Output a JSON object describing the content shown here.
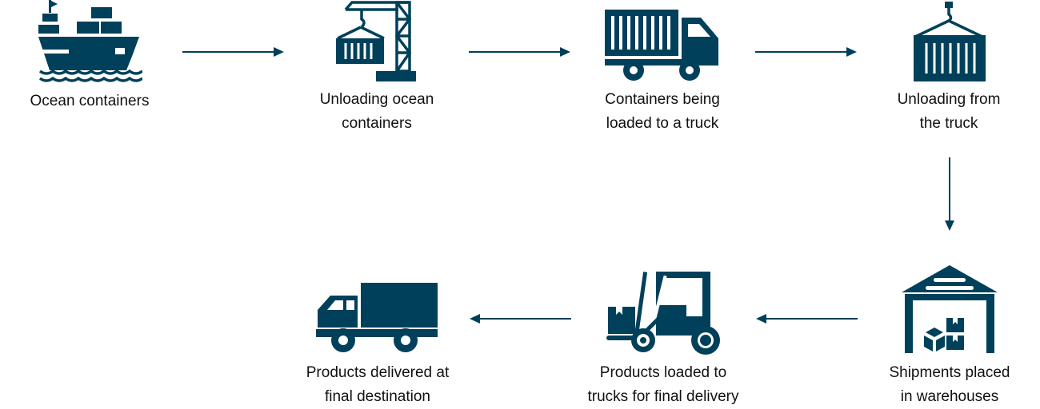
{
  "accent_color": "#00405a",
  "steps": [
    {
      "icon": "ship-icon",
      "lines": [
        "Ocean containers"
      ]
    },
    {
      "icon": "crane-icon",
      "lines": [
        "Unloading ocean",
        "containers"
      ]
    },
    {
      "icon": "container-truck-icon",
      "lines": [
        "Containers being",
        "loaded to a truck"
      ]
    },
    {
      "icon": "hanging-container-icon",
      "lines": [
        "Unloading from",
        "the truck"
      ]
    },
    {
      "icon": "warehouse-icon",
      "lines": [
        "Shipments placed",
        "in warehouses"
      ]
    },
    {
      "icon": "forklift-icon",
      "lines": [
        "Products loaded to",
        "trucks for final delivery"
      ]
    },
    {
      "icon": "delivery-truck-icon",
      "lines": [
        "Products delivered at",
        "final destination"
      ]
    }
  ]
}
